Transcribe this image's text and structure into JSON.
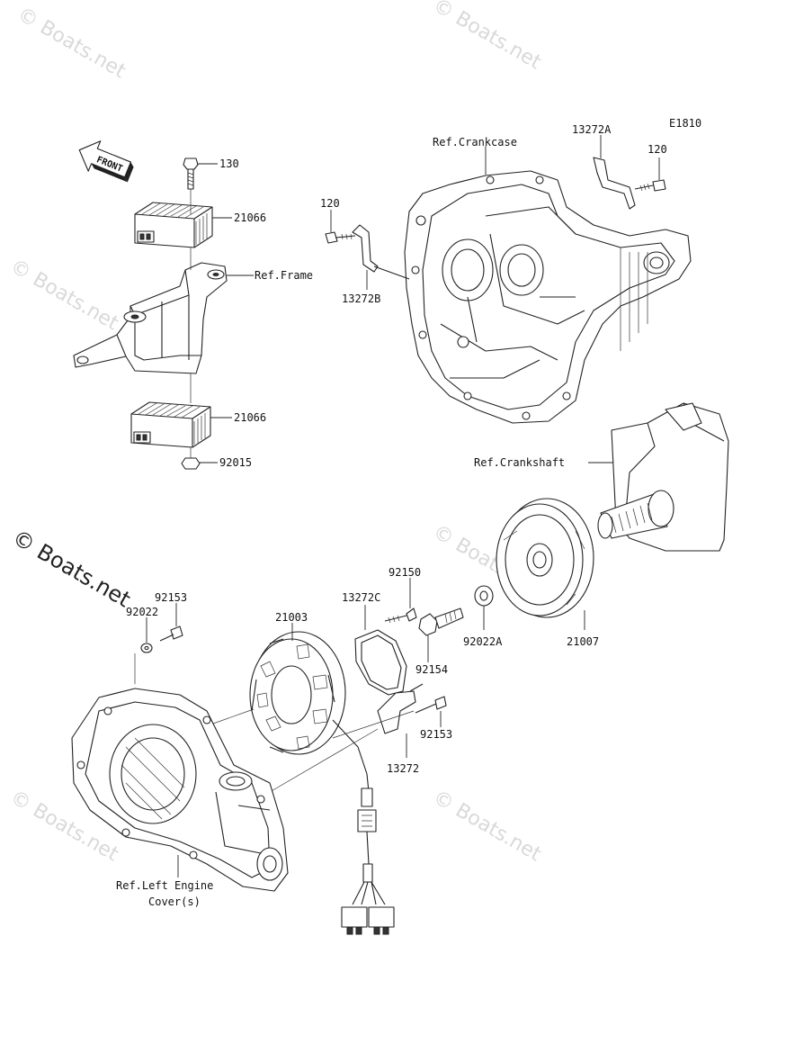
{
  "diagram_code": "E1810",
  "front_label": "FRONT",
  "labels": {
    "p130": "130",
    "p21066_top": "21066",
    "ref_frame": "Ref.Frame",
    "p21066_bot": "21066",
    "p92015": "92015",
    "ref_crankcase": "Ref.Crankcase",
    "p13272A": "13272A",
    "p120_right": "120",
    "p120_left": "120",
    "p13272B": "13272B",
    "ref_crankshaft": "Ref.Crankshaft",
    "p92150": "92150",
    "p13272C": "13272C",
    "p21003": "21003",
    "p92153_left": "92153",
    "p92022": "92022",
    "p92022A": "92022A",
    "p21007": "21007",
    "p92154": "92154",
    "p92153_right": "92153",
    "p13272": "13272",
    "ref_left_cover_1": "Ref.Left Engine",
    "ref_left_cover_2": "Cover(s)"
  },
  "watermarks": {
    "small": "© Boats.net",
    "large": "© Boats.net"
  }
}
